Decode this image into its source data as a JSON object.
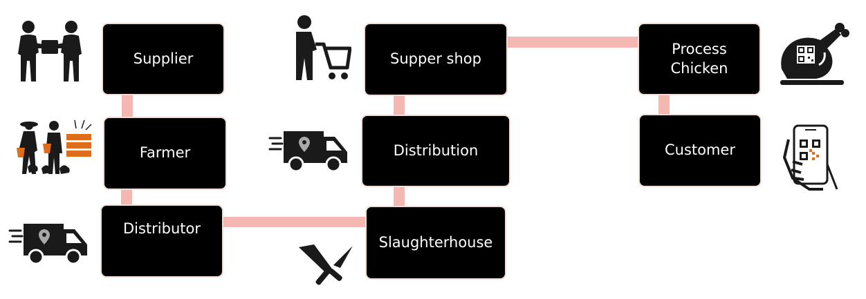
{
  "colors": {
    "node_fill": "#000000",
    "node_border": "#f1ddd6",
    "node_text": "#ffffff",
    "connector": "#f4b7b2",
    "icon": "#1a1a1a",
    "accent_orange": "#e06d1a",
    "pin": "#a8a8a8"
  },
  "nodes": {
    "supplier": "Supplier",
    "farmer": "Farmer",
    "distributor": "Distributor",
    "slaughterhouse": "Slaughterhouse",
    "distribution": "Distribution",
    "supper_shop": "Supper shop",
    "process_chicken_line1": "Process",
    "process_chicken_line2": "Chicken",
    "customer": "Customer"
  },
  "icons": {
    "supplier": "people-exchanging-box-icon",
    "farmer": "farmers-with-poultry-icon",
    "distributor": "delivery-van-icon",
    "slaughterhouse": "crossed-cleavers-icon",
    "distribution": "delivery-van-icon",
    "supper_shop": "shopper-with-cart-icon",
    "process_chicken": "roast-chicken-qr-icon",
    "customer": "phone-scanning-qr-icon"
  }
}
